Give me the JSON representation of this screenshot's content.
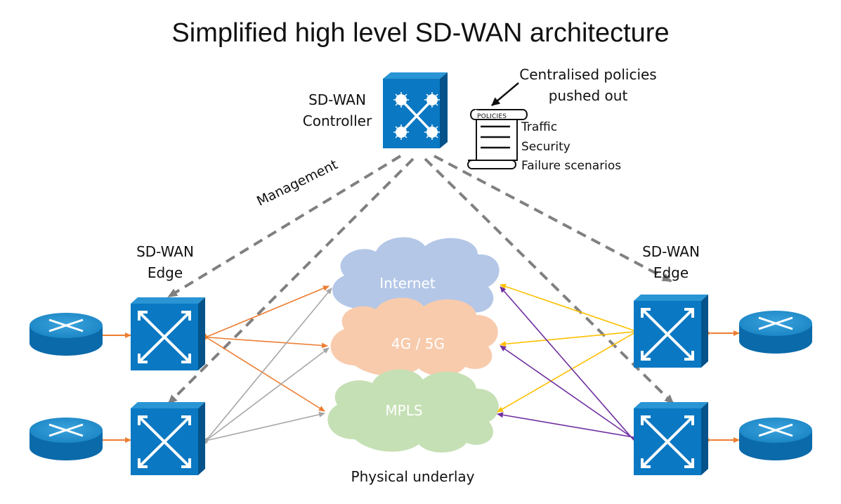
{
  "title": "Simplified high level SD-WAN architecture",
  "controller": {
    "label_line1": "SD-WAN",
    "label_line2": "Controller"
  },
  "policy_note": {
    "line1": "Centralised policies",
    "line2": "pushed out"
  },
  "policy_doc": {
    "heading": "POLICIES",
    "items": [
      "Traffic",
      "Security",
      "Failure scenarios"
    ]
  },
  "management_label": "Management",
  "left_edge": {
    "line1": "SD-WAN",
    "line2": "Edge"
  },
  "right_edge": {
    "line1": "SD-WAN",
    "line2": "Edge"
  },
  "clouds": [
    {
      "label": "Internet",
      "color": "#b4c7e7"
    },
    {
      "label": "4G / 5G",
      "color": "#f8cbad"
    },
    {
      "label": "MPLS",
      "color": "#c5e0b4"
    }
  ],
  "underlay_label": "Physical underlay",
  "colors": {
    "device_blue": "#0a78c2",
    "device_dark": "#05538a",
    "management_dash": "#808080",
    "left_top_links": "#ed7d31",
    "left_bottom_links": "#a6a6a6",
    "right_top_links": "#ffc000",
    "right_bottom_links": "#7030a0",
    "router_links": "#ed7d31"
  }
}
